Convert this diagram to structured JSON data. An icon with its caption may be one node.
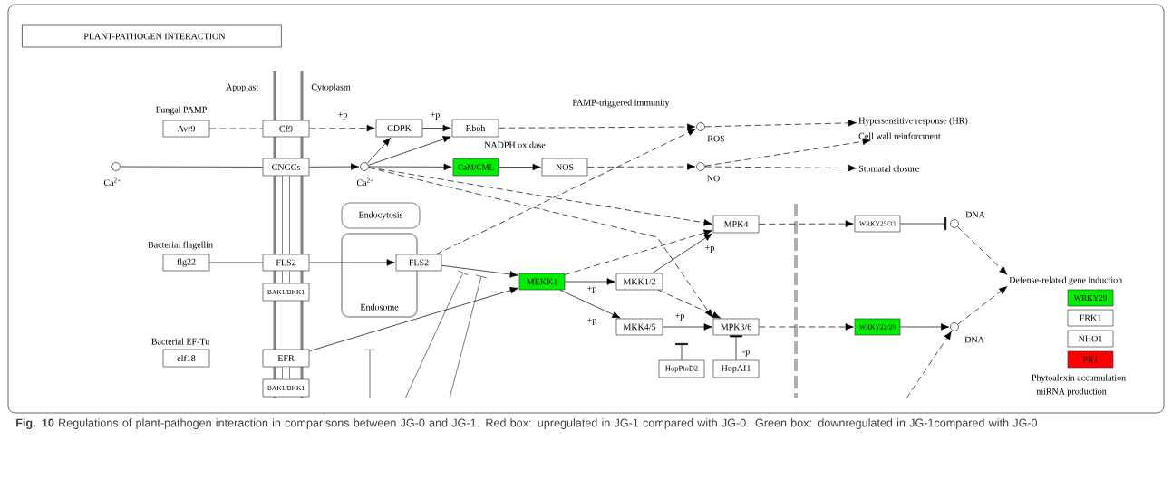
{
  "diagram": {
    "title": "PLANT-PATHOGEN INTERACTION",
    "caption": "**Fig. 10** Regulations of plant-pathogen interaction in comparisons between JG-0 and JG-1. Red box: upregulated in JG-1 compared with JG-0. Green box: downregulated in JG-1compared with JG-0",
    "nodes": [
      {
        "text": [
          "Avr9"
        ],
        "beside": [
          "Fungal PAMP"
        ]
      },
      {
        "text": [
          "Cf9"
        ]
      },
      {
        "text": [
          "CDPK"
        ]
      },
      {
        "text": [
          "Rboh"
        ],
        "beside": [
          "NADPH oxidase"
        ]
      },
      {
        "text": [
          "ROS"
        ]
      },
      {
        "text": [
          "Hypersensitive response (HR)"
        ]
      },
      {
        "text": [
          "Cell wall reinforcment"
        ]
      },
      {
        "text": [
          "Ca$^{2+}$"
        ]
      },
      {
        "text": [
          "CNGCs"
        ]
      },
      {
        "text": [
          "Ca$^{2+}$"
        ]
      },
      {
        "text": [
          "CaM/CML"
        ]
      },
      {
        "text": [
          "NOS"
        ]
      },
      {
        "text": [
          "NO"
        ]
      },
      {
        "text": [
          "Stomatal closure"
        ]
      },
      {
        "text": [
          "Endocytosis"
        ]
      },
      {
        "text": [
          "Endosome"
        ]
      },
      {
        "text": [
          "MPK4"
        ]
      },
      {
        "text": [
          "WRKY25/33"
        ]
      },
      {
        "text": [
          "DNA"
        ]
      },
      {
        "text": [
          "Defense-related gene induction"
        ]
      },
      {
        "text": [
          "flg22"
        ],
        "beside": [
          "Bacterial flagellin"
        ]
      },
      {
        "text": [
          "FLS2"
        ]
      },
      {
        "text": [
          "FLS2"
        ]
      },
      {
        "text": [
          "MEKK1"
        ]
      },
      {
        "text": [
          "MKK1/2"
        ]
      },
      {
        "text": [
          "BAK1/BKK1"
        ]
      },
      {
        "text": [
          "MKK4/5"
        ]
      },
      {
        "text": [
          "MPK3/6"
        ]
      },
      {
        "text": [
          "WRKY22/29"
        ]
      },
      {
        "text": [
          "DNA"
        ]
      },
      {
        "text": [
          "WRKY29"
        ]
      },
      {
        "text": [
          "FRK1"
        ]
      },
      {
        "text": [
          "NHO1"
        ]
      },
      {
        "text": [
          "PR1"
        ]
      },
      {
        "text": [
          "elf18"
        ],
        "beside": [
          "Bacterial EF-Tu"
        ]
      },
      {
        "text": [
          "EFR"
        ]
      },
      {
        "text": [
          "HopPtoD2"
        ]
      },
      {
        "text": [
          "HopAI1"
        ]
      },
      {
        "text": [
          "BAK1/BKK1"
        ]
      }
    ],
    "edges": [
      {
        "from": 0,
        "to": 1,
        "arrow": "none",
        "style": "dashed"
      },
      {
        "from": 1,
        "to": 2,
        "arrow": "to",
        "style": "dashed",
        "label": "+p"
      },
      {
        "from": 2,
        "to": 3,
        "arrow": "to",
        "label": "+p"
      },
      {
        "from": 9,
        "to": 2,
        "arrow": "to"
      },
      {
        "from": 9,
        "to": 3,
        "arrow": "to"
      },
      {
        "from": 3,
        "to": 4,
        "arrow": "to",
        "style": "dashed"
      },
      {
        "from": 4,
        "to": 5,
        "arrow": "to",
        "style": "dashed"
      },
      {
        "from": 12,
        "to": 6,
        "arrow": "to",
        "style": "dashed"
      },
      {
        "from": 7,
        "to": 8,
        "arrow": "none"
      },
      {
        "from": 8,
        "to": 9,
        "arrow": "to"
      },
      {
        "from": 9,
        "to": 10,
        "arrow": "to"
      },
      {
        "from": 10,
        "to": 11,
        "arrow": "to"
      },
      {
        "from": 11,
        "to": 12,
        "arrow": "to",
        "style": "dashed"
      },
      {
        "from": 12,
        "to": 13,
        "arrow": "to",
        "style": "dashed"
      },
      {
        "from": 9,
        "to": 16,
        "arrow": "to",
        "style": "dashed"
      },
      {
        "from": 9,
        "to": 27,
        "arrow": "to",
        "style": "dashed"
      },
      {
        "from": 22,
        "to": 4,
        "arrow": "to",
        "style": "dashed"
      },
      {
        "from": 20,
        "to": 21,
        "arrow": "none"
      },
      {
        "from": 21,
        "to": 22,
        "arrow": "to"
      },
      {
        "from": 22,
        "to": 23,
        "arrow": "to"
      },
      {
        "from": 35,
        "to": 23,
        "arrow": "to"
      },
      {
        "from": 23,
        "to": 24,
        "arrow": "to",
        "label": "+p"
      },
      {
        "from": 23,
        "to": 26,
        "arrow": "to",
        "label": "+p"
      },
      {
        "from": 23,
        "to": 16,
        "arrow": "to",
        "style": "dashed"
      },
      {
        "from": 24,
        "to": 16,
        "arrow": "to",
        "label": "+p"
      },
      {
        "from": 24,
        "to": 27,
        "arrow": "to",
        "style": "dashed"
      },
      {
        "from": 26,
        "to": 27,
        "arrow": "to",
        "label": "+p"
      },
      {
        "from": 36,
        "to": null,
        "arrow": "other"
      },
      {
        "from": 37,
        "to": 27,
        "arrow": "other",
        "label": "-p"
      },
      {
        "from": 16,
        "to": 17,
        "arrow": "to",
        "style": "dashed"
      },
      {
        "from": 17,
        "to": 18,
        "arrow": "other"
      },
      {
        "from": 18,
        "to": 19,
        "arrow": "to",
        "style": "dashed"
      },
      {
        "from": 27,
        "to": 28,
        "arrow": "to",
        "style": "dashed"
      },
      {
        "from": 28,
        "to": 29,
        "arrow": "to"
      },
      {
        "from": 29,
        "to": 19,
        "arrow": "to",
        "style": "dashed"
      },
      {
        "from": null,
        "to": 29,
        "arrow": "to",
        "style": "dashed"
      },
      {
        "from": 8,
        "to": 21,
        "arrow": "none",
        "style": "thick",
        "color": "#808080"
      },
      {
        "from": 21,
        "to": 25,
        "arrow": "none",
        "style": "thick",
        "color": "#808080"
      },
      {
        "from": 35,
        "to": 38,
        "arrow": "none",
        "style": "thick",
        "color": "#808080"
      }
    ],
    "labels": [
      "Apoplast",
      "Cytoplasm",
      "PAMP-triggered immunity",
      "Phytoalexin accumulation",
      "miRNA production"
    ]
  }
}
